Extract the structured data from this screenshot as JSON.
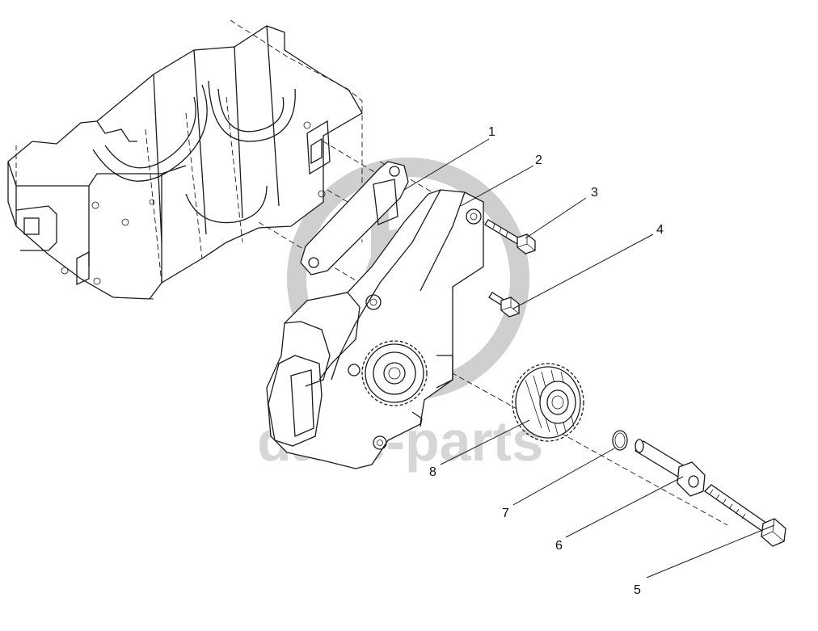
{
  "watermark": {
    "text": "dake-parts",
    "color": "#d6d6d6"
  },
  "callouts": [
    {
      "number": "1",
      "part": "gasket"
    },
    {
      "number": "2",
      "part": "oil-pump-housing"
    },
    {
      "number": "3",
      "part": "long-bolt"
    },
    {
      "number": "4",
      "part": "short-bolt"
    },
    {
      "number": "5",
      "part": "shaft-bolt"
    },
    {
      "number": "6",
      "part": "bushing-shaft"
    },
    {
      "number": "7",
      "part": "o-ring"
    },
    {
      "number": "8",
      "part": "idler-gear"
    }
  ]
}
